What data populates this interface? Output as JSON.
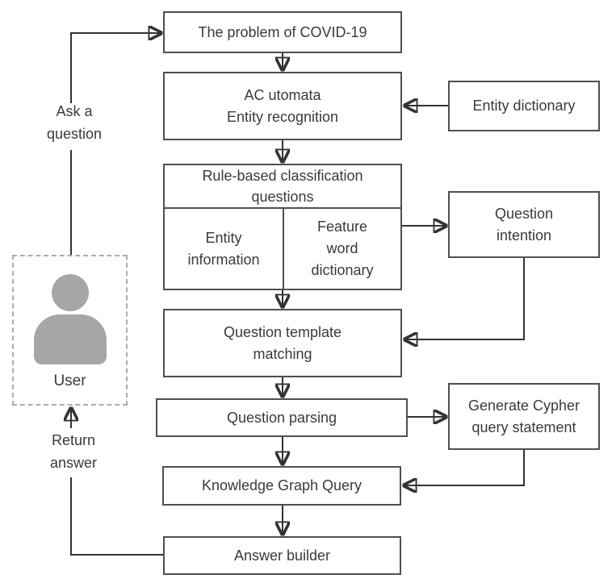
{
  "diagram": {
    "nodes": {
      "problem": "The problem of COVID-19",
      "ac_automata": "AC utomata\nEntity recognition",
      "entity_dictionary": "Entity dictionary",
      "rule_based": "Rule-based classification\nquestions",
      "entity_information": "Entity\ninformation",
      "feature_word_dictionary": "Feature\nword\ndictionary",
      "question_intention": "Question\nintention",
      "question_template_matching": "Question template\nmatching",
      "question_parsing": "Question parsing",
      "generate_cypher": "Generate Cypher\nquery statement",
      "knowledge_graph_query": "Knowledge Graph Query",
      "answer_builder": "Answer builder"
    },
    "actor": {
      "label": "User",
      "icon": "person-icon"
    },
    "edge_labels": {
      "ask": "Ask a\nquestion",
      "return": "Return\nanswer"
    },
    "colors": {
      "box_border": "#4f4f4f",
      "connector_line": "#333333",
      "text": "#3a3a3a",
      "person_icon": "#a6a6a6",
      "dashed_border": "#ababab",
      "background": "#ffffff"
    }
  }
}
